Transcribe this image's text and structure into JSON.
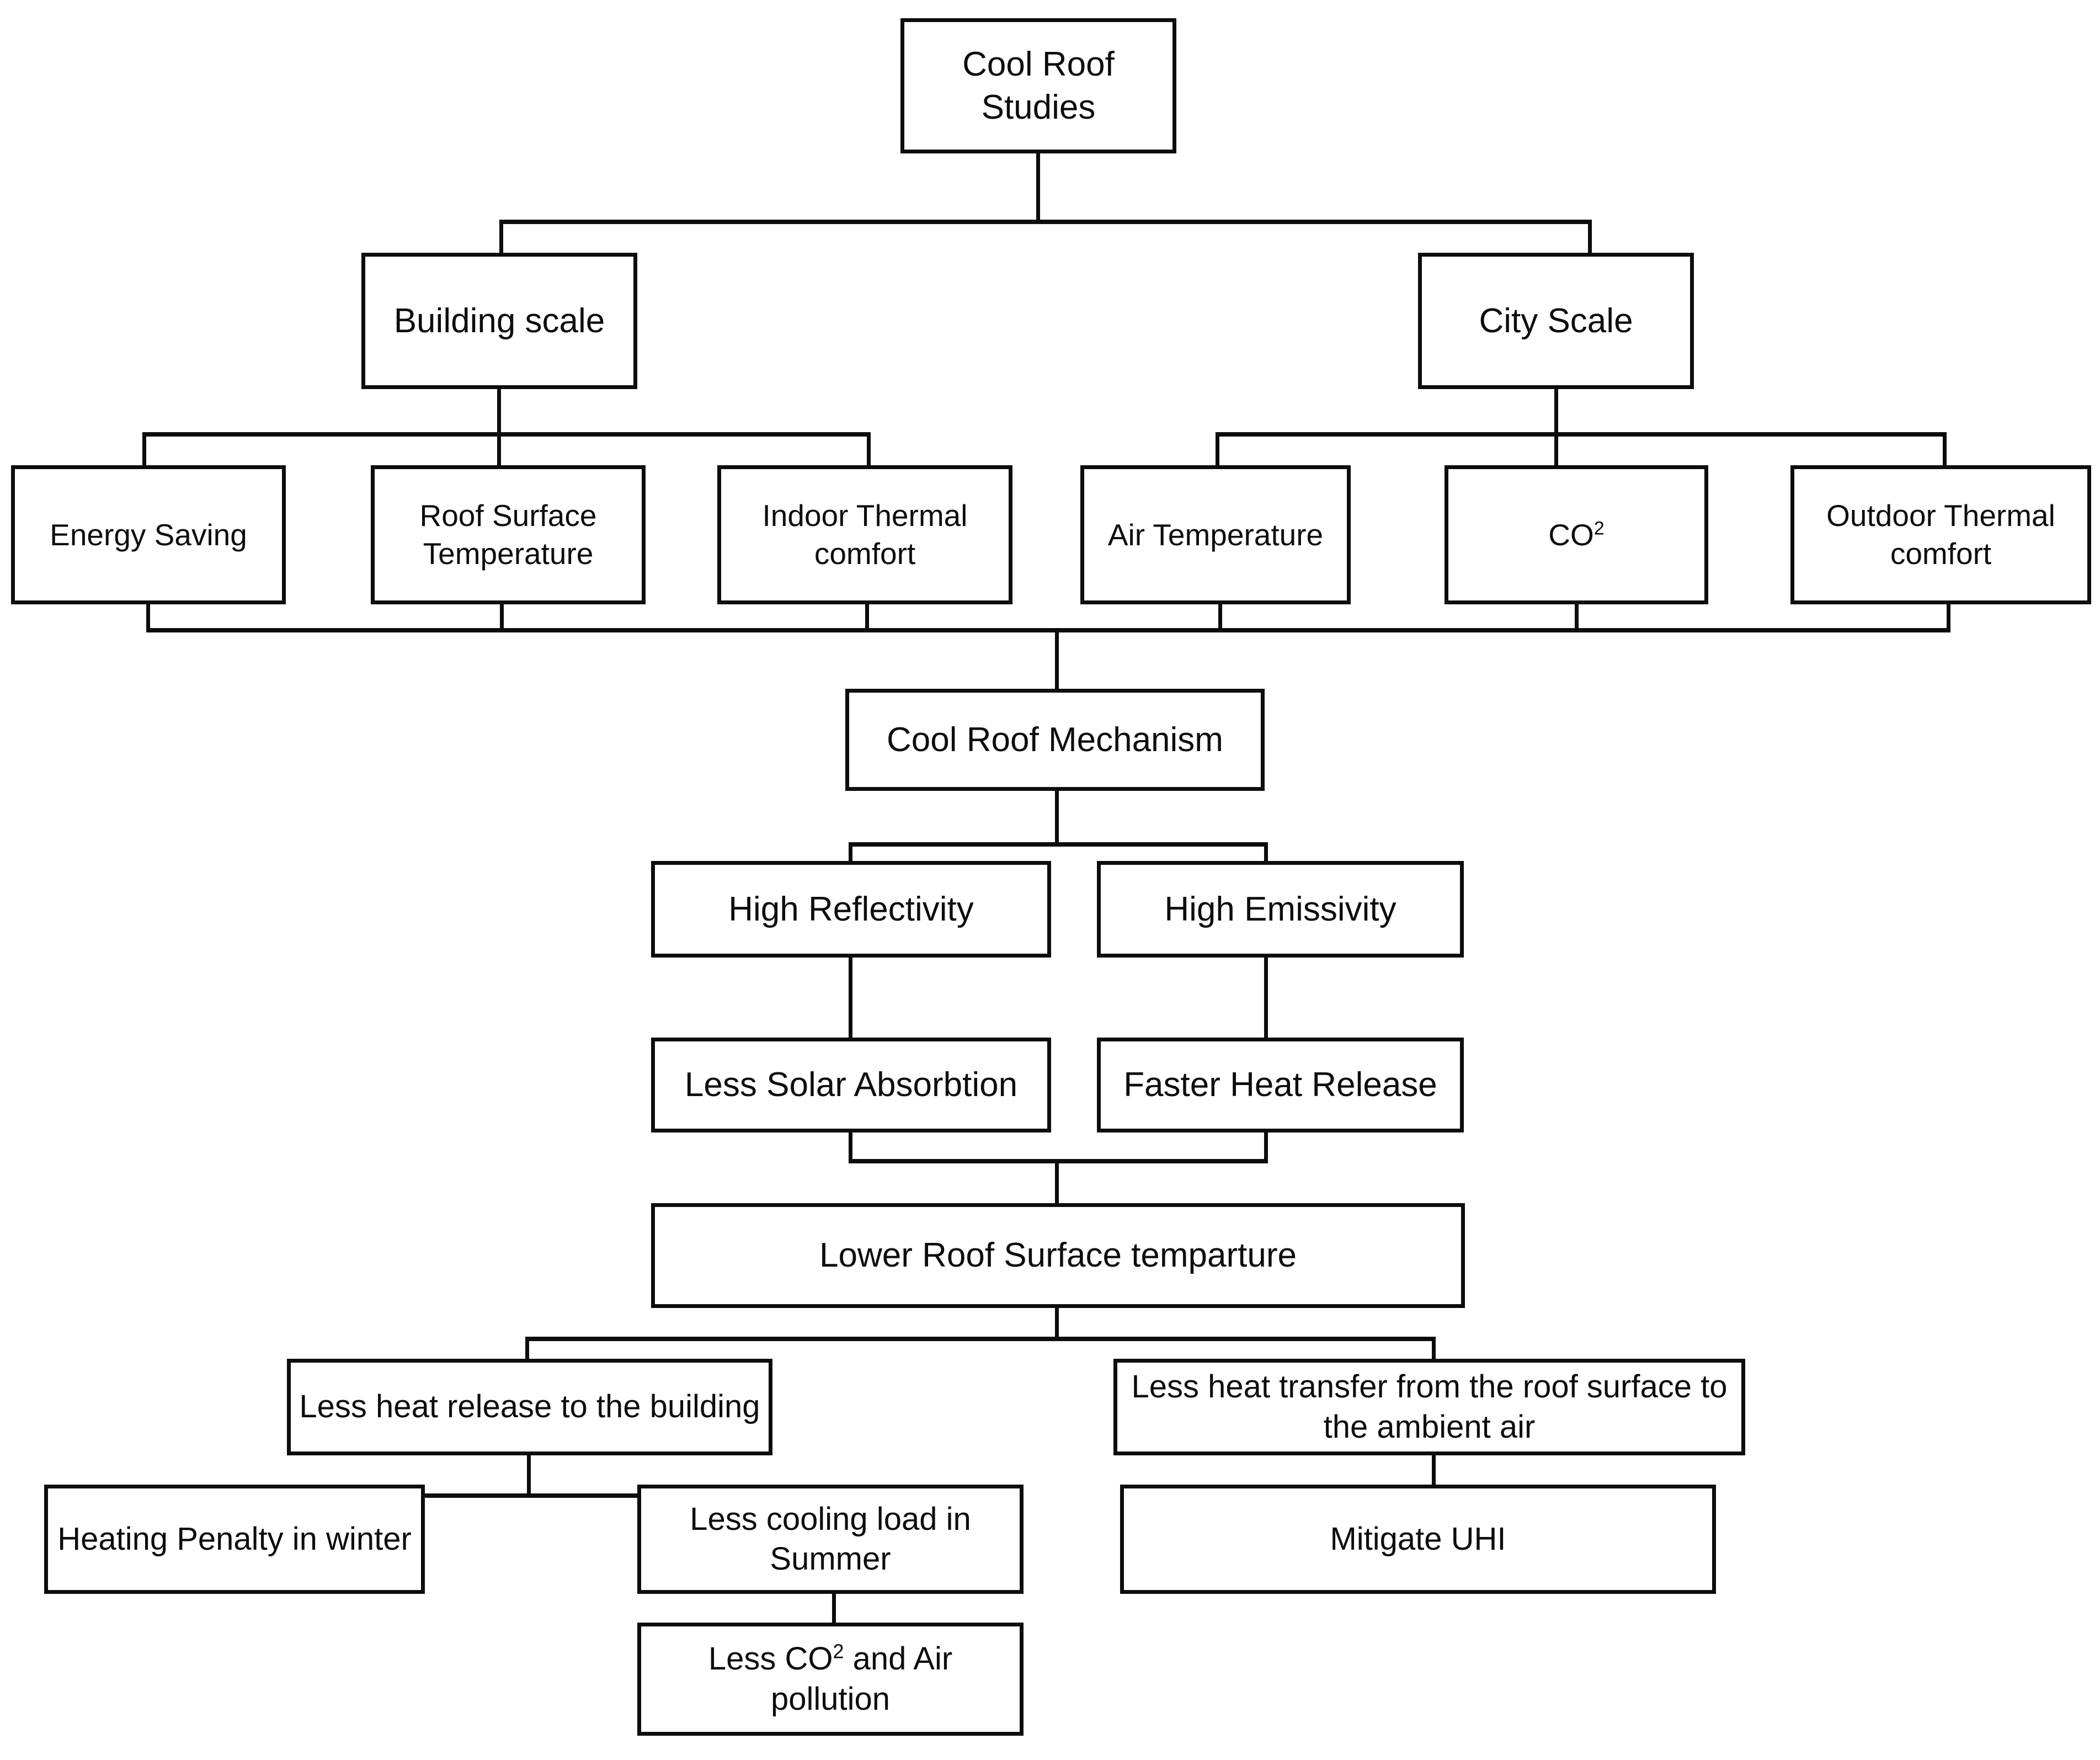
{
  "diagram": {
    "title": "Cool Roof Studies flowchart",
    "type": "flowchart",
    "line_color": "#0d0d0d",
    "box_fill": "#ffffff",
    "nodes": {
      "root": "Cool Roof Studies",
      "building_scale": "Building scale",
      "city_scale": "City Scale",
      "energy_saving": "Energy Saving",
      "roof_surface_temperature": "Roof Surface Temperature",
      "indoor_thermal_comfort": "Indoor Thermal comfort",
      "air_temperature": "Air Temperature",
      "co2_main": "CO",
      "co2_sup": "2",
      "outdoor_thermal_comfort": "Outdoor Thermal comfort",
      "cool_roof_mechanism": "Cool Roof Mechanism",
      "high_reflectivity": "High Reflectivity",
      "high_emissivity": "High Emissivity",
      "less_solar_absorbtion": "Less Solar Absorbtion",
      "faster_heat_release": "Faster Heat Release",
      "lower_roof_surface_temparture": "Lower Roof Surface temparture",
      "less_heat_release_building": "Less heat release to the building",
      "less_heat_transfer_ambient": "Less heat transfer from the roof surface to the ambient air",
      "heating_penalty_winter": "Heating Penalty in winter",
      "less_cooling_load_summer": "Less cooling load in Summer",
      "less_co2_air_pollution_pre": "Less CO",
      "less_co2_air_pollution_sup": "2",
      "less_co2_air_pollution_post": " and Air pollution",
      "mitigate_uhi": "Mitigate UHI"
    }
  }
}
